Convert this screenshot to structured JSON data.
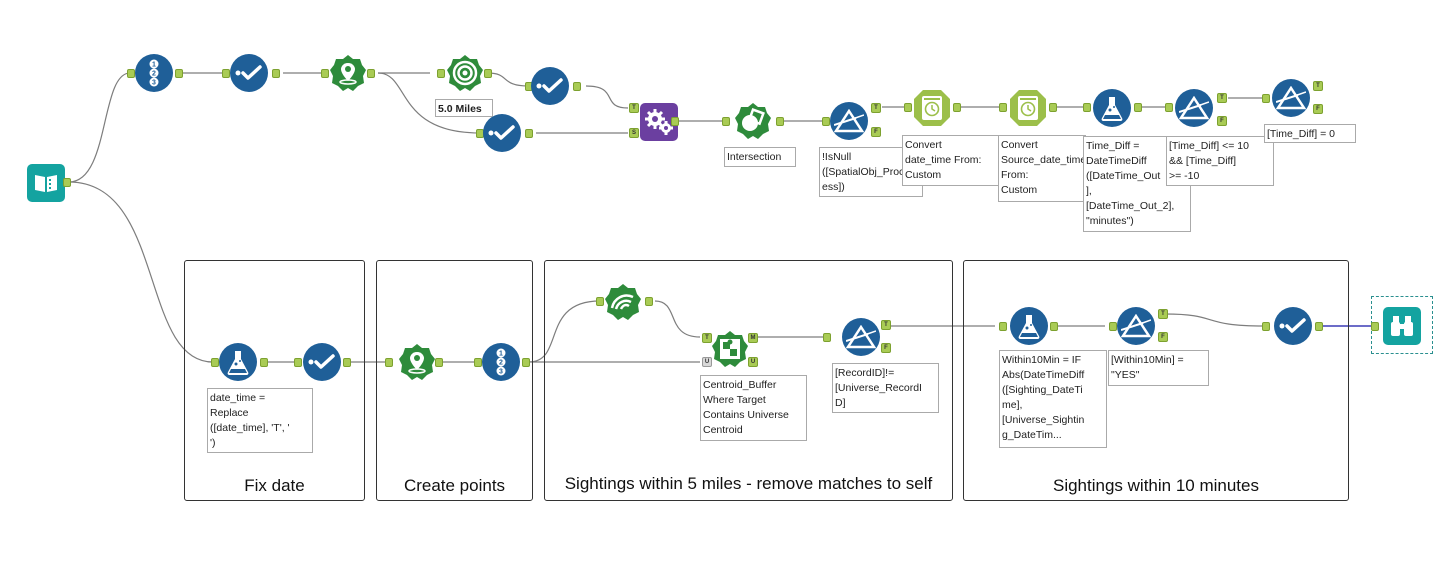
{
  "canvas": {
    "wire_color": "#7d7d7d",
    "highlight_wire_color": "#3b3bb5"
  },
  "containers": [
    {
      "id": "fix-date",
      "title": "Fix date"
    },
    {
      "id": "create-points",
      "title": "Create points"
    },
    {
      "id": "sightings-5mi",
      "title": "Sightings within 5 miles - remove matches to self"
    },
    {
      "id": "sightings-10min",
      "title": "Sightings within 10 minutes"
    }
  ],
  "notes": {
    "trade_area": "5.0 Miles",
    "spatial_match": "Intersection",
    "filter_isnull": "!IsNull\n([SpatialObj_Proc\ness])",
    "datetime_convert_1": "Convert\ndate_time From:\nCustom",
    "datetime_convert_2": "Convert\nSource_date_time\nFrom:\nCustom",
    "formula_time_diff": "Time_Diff =\nDateTimeDiff\n([DateTime_Out\n],\n[DateTime_Out_2],\n\"minutes\")",
    "filter_range": "[Time_Diff] <= 10\n&& [Time_Diff]\n>= -10",
    "filter_zero": "[Time_Diff] = 0",
    "formula_fix_date": "date_time =\nReplace\n([date_time], 'T', '\n')",
    "spatial_match_2": "Centroid_Buffer\nWhere Target\nContains Universe\nCentroid",
    "filter_record": "[RecordID]!=\n[Universe_RecordI\nD]",
    "formula_within10": "Within10Min = IF\nAbs(DateTimeDiff\n([Sighting_DateTi\nme],\n[Universe_Sightin\ng_DateTim...",
    "filter_within10": "[Within10Min] =\n\"YES\""
  },
  "anchors": {
    "true": "T",
    "false": "F",
    "target": "T",
    "source": "S",
    "match": "M",
    "universe": "U"
  },
  "tools": {
    "input": "book-icon",
    "record_id": "record-id-icon",
    "select": "select-check-icon",
    "create_points": "map-pin-icon",
    "trade_area": "target-rings-icon",
    "batch_macro": "gears-icon",
    "spatial_match": "spatial-match-icon",
    "filter": "filter-prism-icon",
    "datetime": "clock-icon",
    "formula": "flask-icon",
    "buffer": "buffer-icon",
    "spatial_match_2": "puzzle-icon",
    "browse": "binoculars-icon"
  }
}
